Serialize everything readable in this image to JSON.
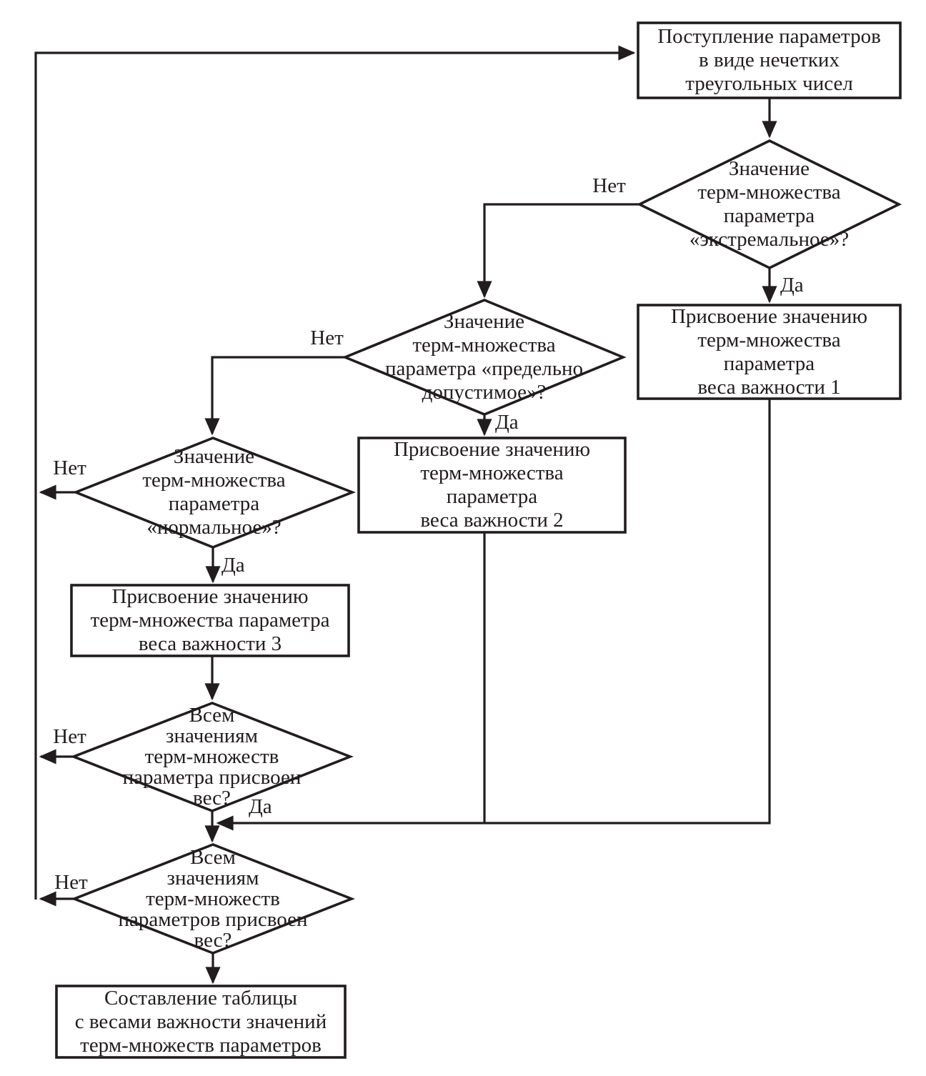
{
  "flowchart": {
    "background_color": "#ffffff",
    "line_color": "#211d1e",
    "yes_label": "Да",
    "no_label": "Нет",
    "nodes": {
      "start": {
        "type": "process",
        "label": "Поступление параметров\nв виде нечетких\nтреугольных чисел"
      },
      "decision_extreme": {
        "type": "decision",
        "label": "Значение\nтерм-множества\nпараметра\n«экстремальное»?"
      },
      "assign_weight_1": {
        "type": "process",
        "label": "Присвоение значению\nтерм-множества\nпараметра\nвеса важности 1"
      },
      "decision_limit": {
        "type": "decision",
        "label": "Значение\nтерм-множества\nпараметра «предельно\nдопустимое»?"
      },
      "assign_weight_2": {
        "type": "process",
        "label": "Присвоение значению\nтерм-множества\nпараметра\nвеса важности 2"
      },
      "decision_normal": {
        "type": "decision",
        "label": "Значение\nтерм-множества\nпараметра\n«нормальное»?"
      },
      "assign_weight_3": {
        "type": "process",
        "label": "Присвоение значению\nтерм-множества параметра\nвеса важности 3"
      },
      "decision_all_values_parameter": {
        "type": "decision",
        "label": "Всем\nзначениям\nтерм-множеств\nпараметра присвоен\nвес?"
      },
      "decision_all_values_parameters": {
        "type": "decision",
        "label": "Всем\nзначениям\nтерм-множеств\nпараметров присвоен\nвес?"
      },
      "end_table": {
        "type": "process",
        "label": "Составление таблицы\nс весами важности значений\nтерм-множеств параметров"
      }
    }
  }
}
